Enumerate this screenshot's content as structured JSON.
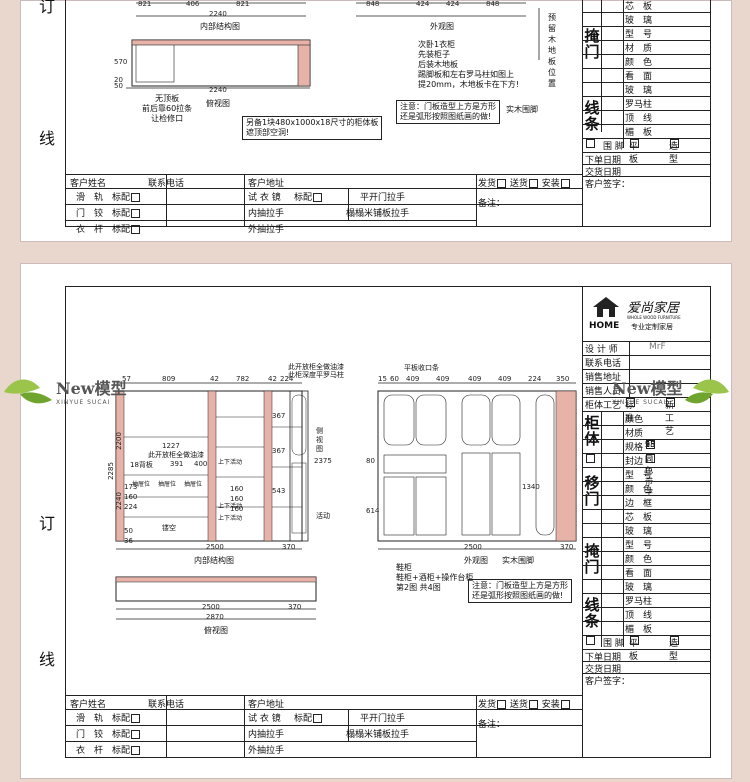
{
  "side_chars": {
    "ding": "订",
    "xian": "线"
  },
  "sheet1": {
    "top_dims": [
      "821",
      "406",
      "821",
      "848",
      "424",
      "424",
      "848"
    ],
    "total_2240_a": "2240",
    "inner_title": "内部结构图",
    "outer_title": "外观图",
    "left_dims": [
      "570",
      "20",
      "50"
    ],
    "total_2240_b": "2240",
    "plan_title": "俯视图",
    "no_top_note": [
      "无顶板",
      "前后靠60拉条",
      "让检修口"
    ],
    "extra_note": [
      "另备1块480x1000x18尺寸的柜体板",
      "遮顶部空洞!"
    ],
    "right_notes": [
      "次卧1衣柜",
      "先装柜子",
      "后装木地板",
      "踢脚板和左右罗马柱如图上",
      "提20mm，木地板卡在下方!"
    ],
    "vertical_note": "预留木地板位置",
    "door_note": [
      "注意：门板造型上方是方形",
      "还是弧形按照图纸画的做!"
    ],
    "baseboard": "实木围脚"
  },
  "sheet2": {
    "top_dims_left": [
      "57",
      "809",
      "42",
      "782",
      "42",
      "224"
    ],
    "note_top_left": [
      "此开放柜全做油漆",
      "此柜深度平罗马柱"
    ],
    "top_dims_right": [
      "15",
      "60",
      "409",
      "409",
      "409",
      "409",
      "224",
      "350"
    ],
    "note_top_right": "平板收口条",
    "inner_notes": {
      "n1227": "1227",
      "open_paint": "此开放柜全做油漆",
      "back_board": "18背板",
      "n391": "391",
      "n400": "400",
      "drawer": "抽屉位",
      "move_up_down": "上下活动",
      "hollow": "镂空"
    },
    "left_vdims": [
      "2285",
      "2200",
      "2240",
      "173",
      "160",
      "224",
      "50",
      "36"
    ],
    "mid_vdims": [
      "367",
      "367",
      "543",
      "160",
      "160",
      "160"
    ],
    "side_notes": {
      "view": "侧视图",
      "n2375": "2375",
      "active": "活动"
    },
    "bottom_dims_left": [
      "2500",
      "370"
    ],
    "inner_title": "内部结构图",
    "plan_dims": [
      "2500",
      "370",
      "2870"
    ],
    "plan_title": "俯视图",
    "right_vdims": [
      "1340",
      "614",
      "80"
    ],
    "bottom_dims_right": [
      "2500",
      "370"
    ],
    "outer_title": "外观图",
    "baseboard": "实木围脚",
    "cab_desc": [
      "鞋柜",
      "鞋柜+酒柜+操作台柜",
      "第2图    共4图"
    ],
    "door_note": [
      "注意：门板造型上方是方形",
      "还是弧形按照图纸画的做!"
    ]
  },
  "order_table": {
    "customer_name": "客户姓名",
    "contact_phone": "联系电话",
    "customer_addr": "客户地址",
    "ship": "发货",
    "deliver": "送货",
    "install": "安装",
    "customer_sign": "客户签字：",
    "remark": "备注：",
    "rows": [
      {
        "left": "滑　轨",
        "fit": "标配",
        "mid": "试 衣 镜",
        "mid_fit": "标配",
        "right": "平开门拉手"
      },
      {
        "left": "门　铰",
        "fit": "标配",
        "mid": "内抽拉手",
        "right": "榻榻米铺板拉手"
      },
      {
        "left": "衣　杆",
        "fit": "标配",
        "mid": "外抽拉手"
      }
    ]
  },
  "right_panel_top": {
    "rows_top": [
      "芯　板",
      "玻　璃"
    ],
    "group_yan": {
      "label": "掩门",
      "items": [
        "型　号",
        "材　质",
        "颜　色",
        "看　面",
        "玻　璃"
      ]
    },
    "group_xian": {
      "label": "线条",
      "items": [
        "罗马柱",
        "顶　线",
        "楣　板"
      ]
    },
    "foot": "围 脚",
    "flat": "平板",
    "styled": "造型",
    "order_date": "下单日期",
    "deliver_date": "交货日期"
  },
  "right_panel_bottom": {
    "brand_en": "HOME",
    "brand_cn": "爱尚家居",
    "brand_en2": "WHOLE WOOD FURNITURE",
    "brand_slogan": "专业定制家居",
    "designer": "设 计 师",
    "designer_value": "MrF",
    "contact": "联系电话",
    "sales_addr": "销售地址",
    "sales_person": "销售人员",
    "cab_process": "柜体工艺",
    "standard": "标准",
    "new_process": "新工艺",
    "group_gui": {
      "label": "柜体",
      "items": [
        "颜色",
        "材质"
      ]
    },
    "spec": "规格",
    "spec_values": [
      "25",
      "18",
      "9",
      "5"
    ],
    "edge": "封边",
    "edge_opts": [
      "同色带字",
      "同色"
    ],
    "group_yi": {
      "label": "移门",
      "items": [
        "型　号",
        "颜　色",
        "边　框",
        "芯　板",
        "玻　璃"
      ]
    },
    "group_yan": {
      "label": "掩门",
      "items": [
        "型　号",
        "颜　色",
        "看　面",
        "玻　璃"
      ]
    },
    "group_xian": {
      "label": "线条",
      "items": [
        "罗马柱",
        "顶　线",
        "楣　板"
      ]
    },
    "foot": "围 脚",
    "flat": "平板",
    "styled": "造型",
    "order_date": "下单日期",
    "deliver_date": "交货日期"
  },
  "watermark": {
    "text": "New模型",
    "sub": "XINYUE SUCAI"
  },
  "colors": {
    "background": "#e9d6cc",
    "brick": "#c0504d",
    "line": "#222222"
  }
}
